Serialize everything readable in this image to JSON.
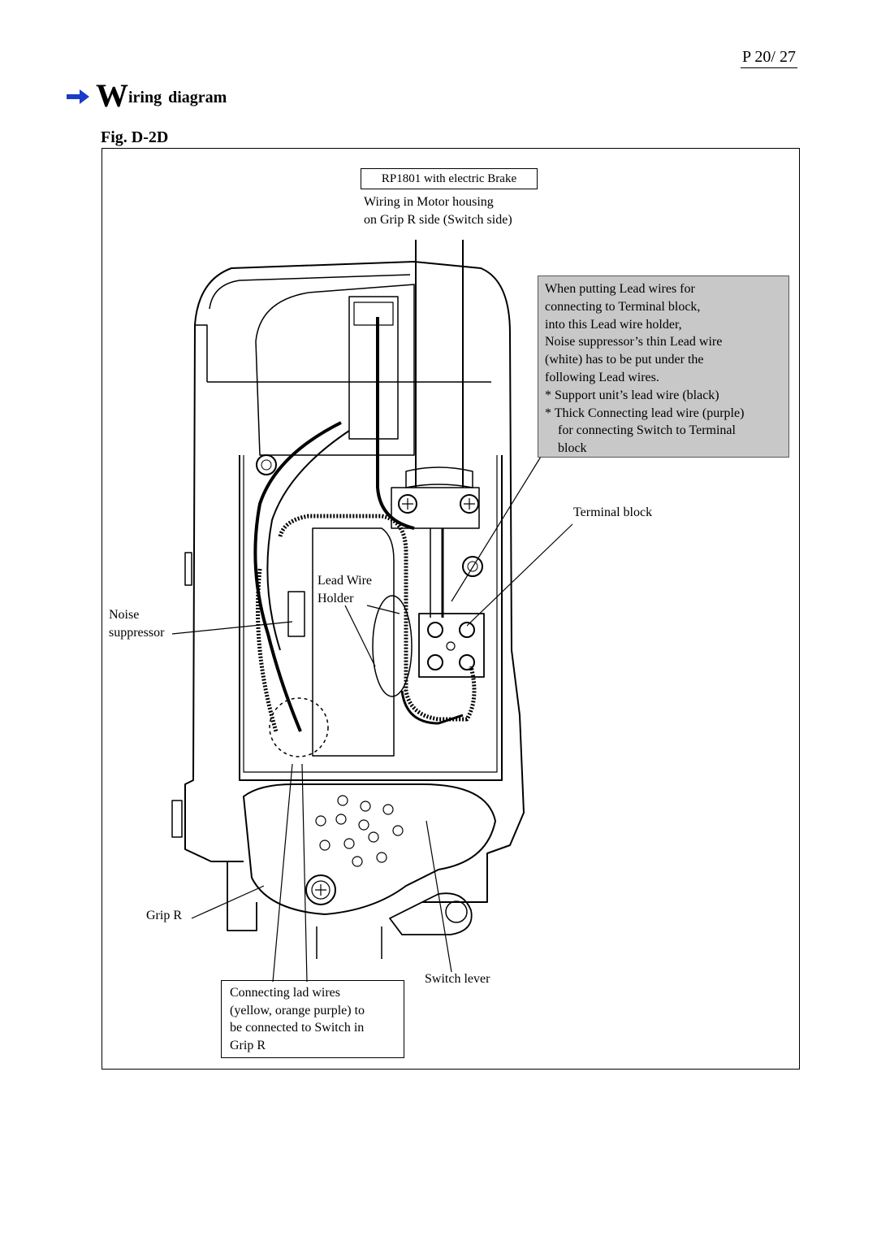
{
  "page_number": "P 20/ 27",
  "title": {
    "initial": "W",
    "rest": "iring",
    "rest2": "diagram"
  },
  "figure_label": "Fig. D-2D",
  "model_label": "RP1801 with electric Brake",
  "wiring_note": [
    "Wiring  in  Motor  housing",
    "on  Grip  R  side  (Switch  side)"
  ],
  "instruction_note": [
    "When  putting  Lead  wires  for",
    "connecting  to  Terminal  block,",
    "into  this  Lead  wire  holder,",
    "Noise  suppressor’s  thin  Lead  wire",
    "(white)  has  to  be  put  under  the",
    "following  Lead  wires.",
    "*  Support  unit’s  lead  wire  (black)",
    "*  Thick  Connecting  lead  wire  (purple)",
    "for  connecting  Switch  to  Terminal",
    "block"
  ],
  "labels": {
    "terminal_block": "Terminal block",
    "lead_wire_holder": [
      "Lead  Wire",
      "Holder"
    ],
    "noise_suppressor": [
      "Noise",
      "suppressor"
    ],
    "grip_r": "Grip  R",
    "switch_lever": "Switch  lever"
  },
  "connecting_note": [
    "Connecting  lad  wires",
    "(yellow,  orange  purple)  to",
    "be  connected  to  Switch  in",
    "Grip  R"
  ],
  "colors": {
    "accent_arrow": "#1a3cc8",
    "note_bg": "#c8c8c8"
  }
}
